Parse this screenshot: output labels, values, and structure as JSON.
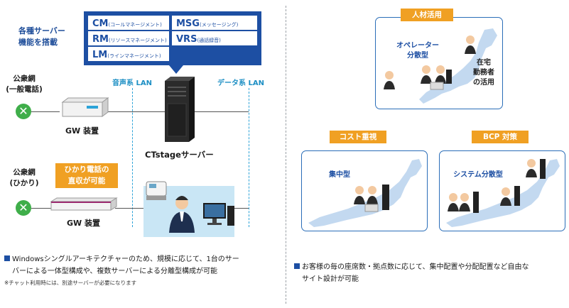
{
  "features": {
    "label_line1": "各種サーバー",
    "label_line2": "機能を搭載",
    "items": [
      {
        "code": "CM",
        "desc": "(コールマネージメント)"
      },
      {
        "code": "MSG",
        "desc": "(メッセージング)"
      },
      {
        "code": "RM",
        "desc": "(リソースマネージメント)"
      },
      {
        "code": "VRS",
        "desc": "(通話録音)"
      },
      {
        "code": "LM",
        "desc": "(ラインマネージメント)"
      }
    ]
  },
  "network": {
    "pstn_line1": "公衆網",
    "pstn_line2": "(一般電話)",
    "hikari_line1": "公衆網",
    "hikari_line2": "(ひかり)",
    "voice_lan": "音声系 LAN",
    "data_lan": "データ系 LAN",
    "gw_label_1": "GW 装置",
    "gw_label_2": "GW 装置",
    "hikari_callout_line1": "ひかり電話の",
    "hikari_callout_line2": "直収が可能",
    "server_label": "CTstageサーバー"
  },
  "left_caption": {
    "line1": "Windowsシングルアーキテクチャーのため、規模に応じて、1台のサー",
    "line2": "バーによる一体型構成や、複数サーバーによる分離型構成が可能",
    "note": "※チャット利用時には、別途サーバーが必要になります"
  },
  "right": {
    "panel_top": {
      "tag": "人材活用",
      "label_line1": "オペレーター",
      "label_line2": "分散型",
      "home_line1": "在宅",
      "home_line2": "勤務者",
      "home_line3": "の活用"
    },
    "panel_cost": {
      "tag": "コスト重視",
      "label": "集中型"
    },
    "panel_bcp": {
      "tag": "BCP 対策",
      "label": "システム分散型"
    },
    "caption_line1": "お客様の毎の座席数・拠点数に応じて、集中配置や分配配置など自由な",
    "caption_line2": "サイト設計が可能"
  },
  "colors": {
    "accent_blue": "#1d4fa3",
    "orange": "#f0a023",
    "green": "#3fae4a",
    "light_blue": "#c9e6f5"
  }
}
